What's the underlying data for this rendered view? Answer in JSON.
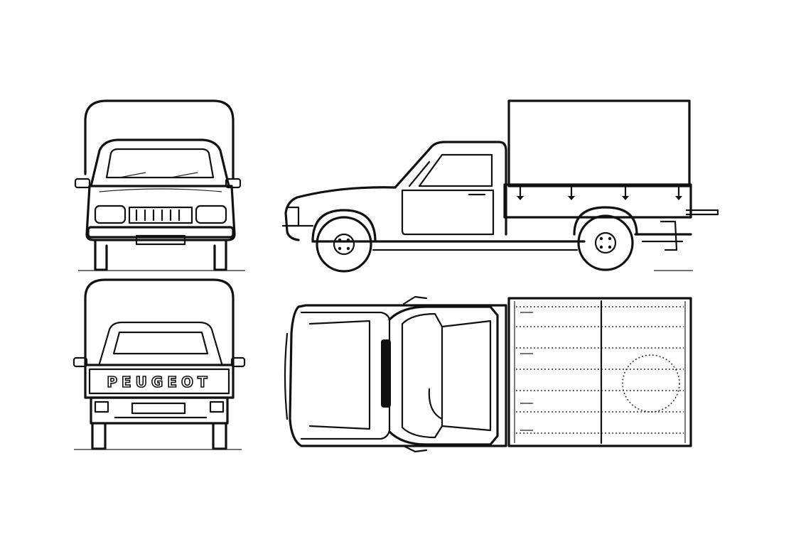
{
  "drawing": {
    "views": [
      "front",
      "side",
      "rear",
      "top"
    ],
    "rear_badge": "PEUGEOT",
    "line_color": "#111111",
    "background": "#ffffff"
  }
}
